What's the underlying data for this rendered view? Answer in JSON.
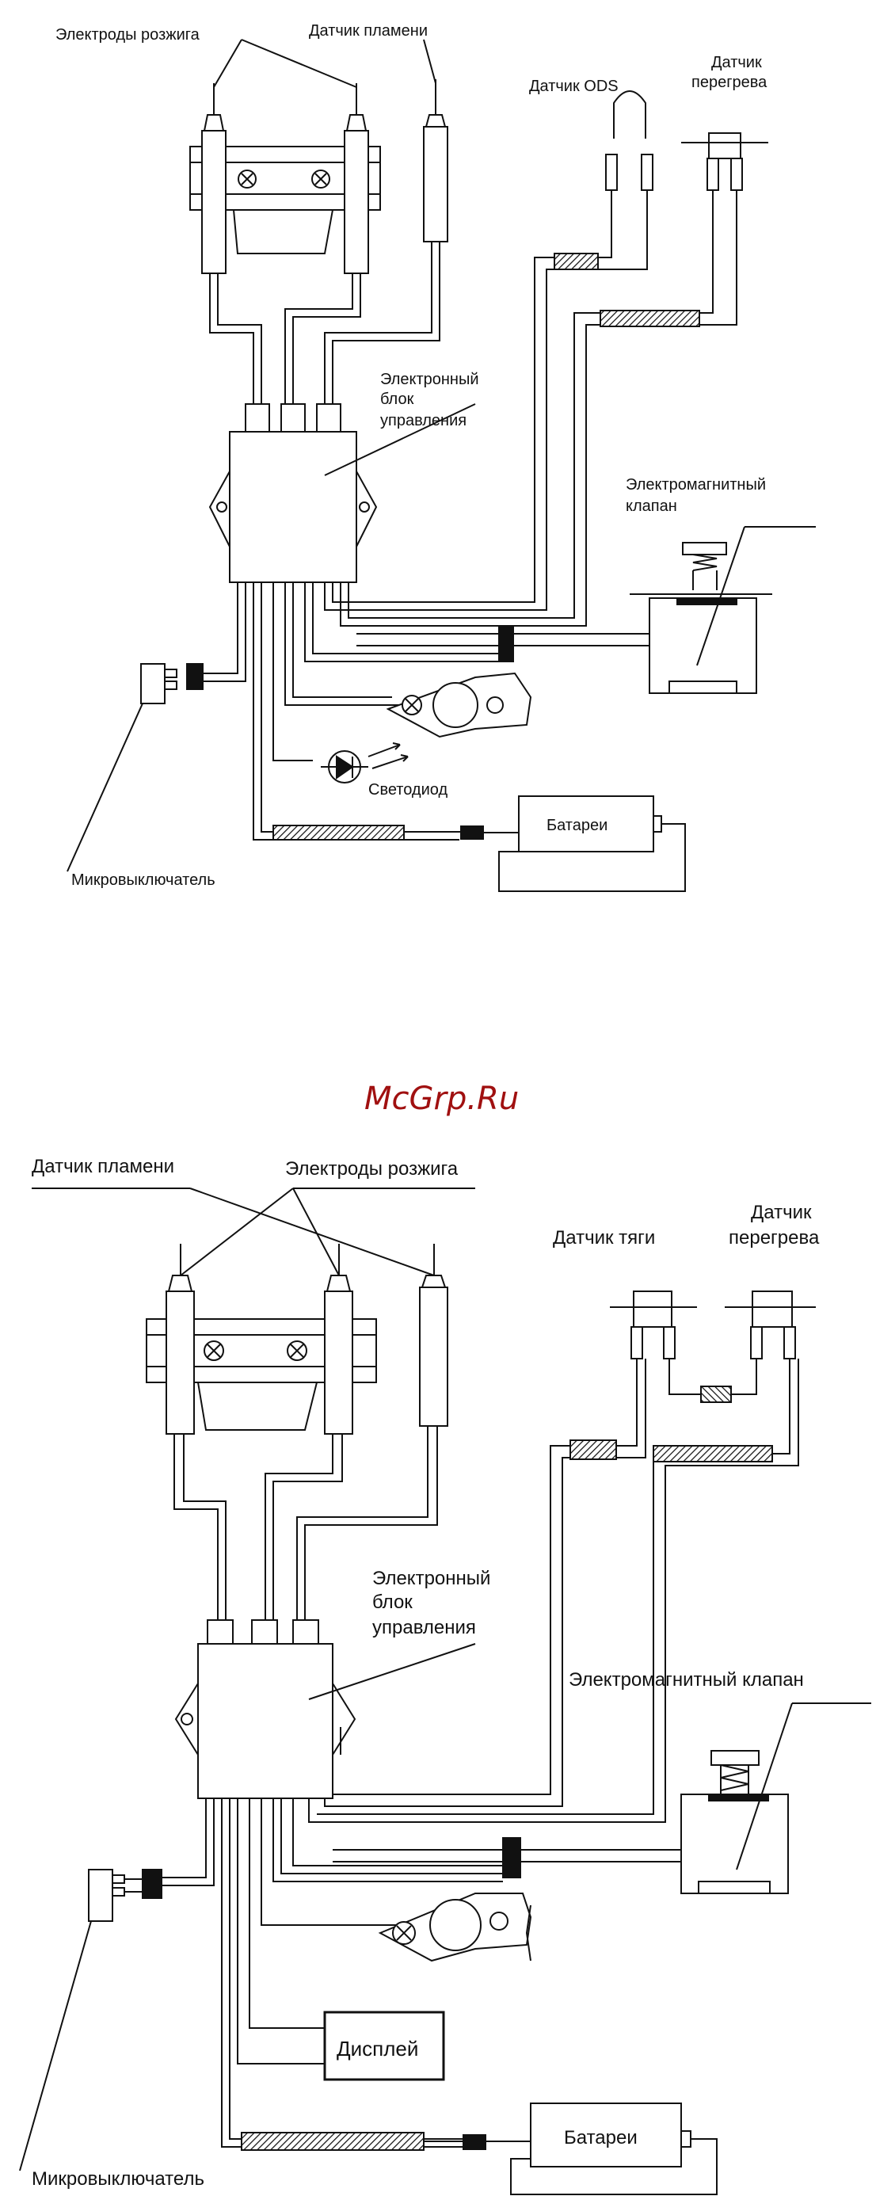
{
  "watermark": "McGrp.Ru",
  "diagram1": {
    "labels": {
      "ignition_electrodes": "Электроды розжига",
      "flame_sensor": "Датчик пламени",
      "ods_sensor": "Датчик ODS",
      "overheat_sensor_l1": "Датчик",
      "overheat_sensor_l2": "перегрева",
      "ecu_l1": "Электронный",
      "ecu_l2": "блок",
      "ecu_l3": "управления",
      "solenoid_l1": "Электромагнитный",
      "solenoid_l2": "клапан",
      "led": "Светодиод",
      "batteries": "Батареи",
      "microswitch": "Микровыключатель"
    }
  },
  "diagram2": {
    "labels": {
      "flame_sensor": "Датчик пламени",
      "ignition_electrodes": "Электроды розжига",
      "draft_sensor": "Датчик тяги",
      "overheat_sensor_l1": "Датчик",
      "overheat_sensor_l2": "перегрева",
      "ecu_l1": "Электронный",
      "ecu_l2": "блок",
      "ecu_l3": "управления",
      "solenoid": "Электромагнитный клапан",
      "display": "Дисплей",
      "batteries": "Батареи",
      "microswitch": "Микровыключатель"
    }
  }
}
